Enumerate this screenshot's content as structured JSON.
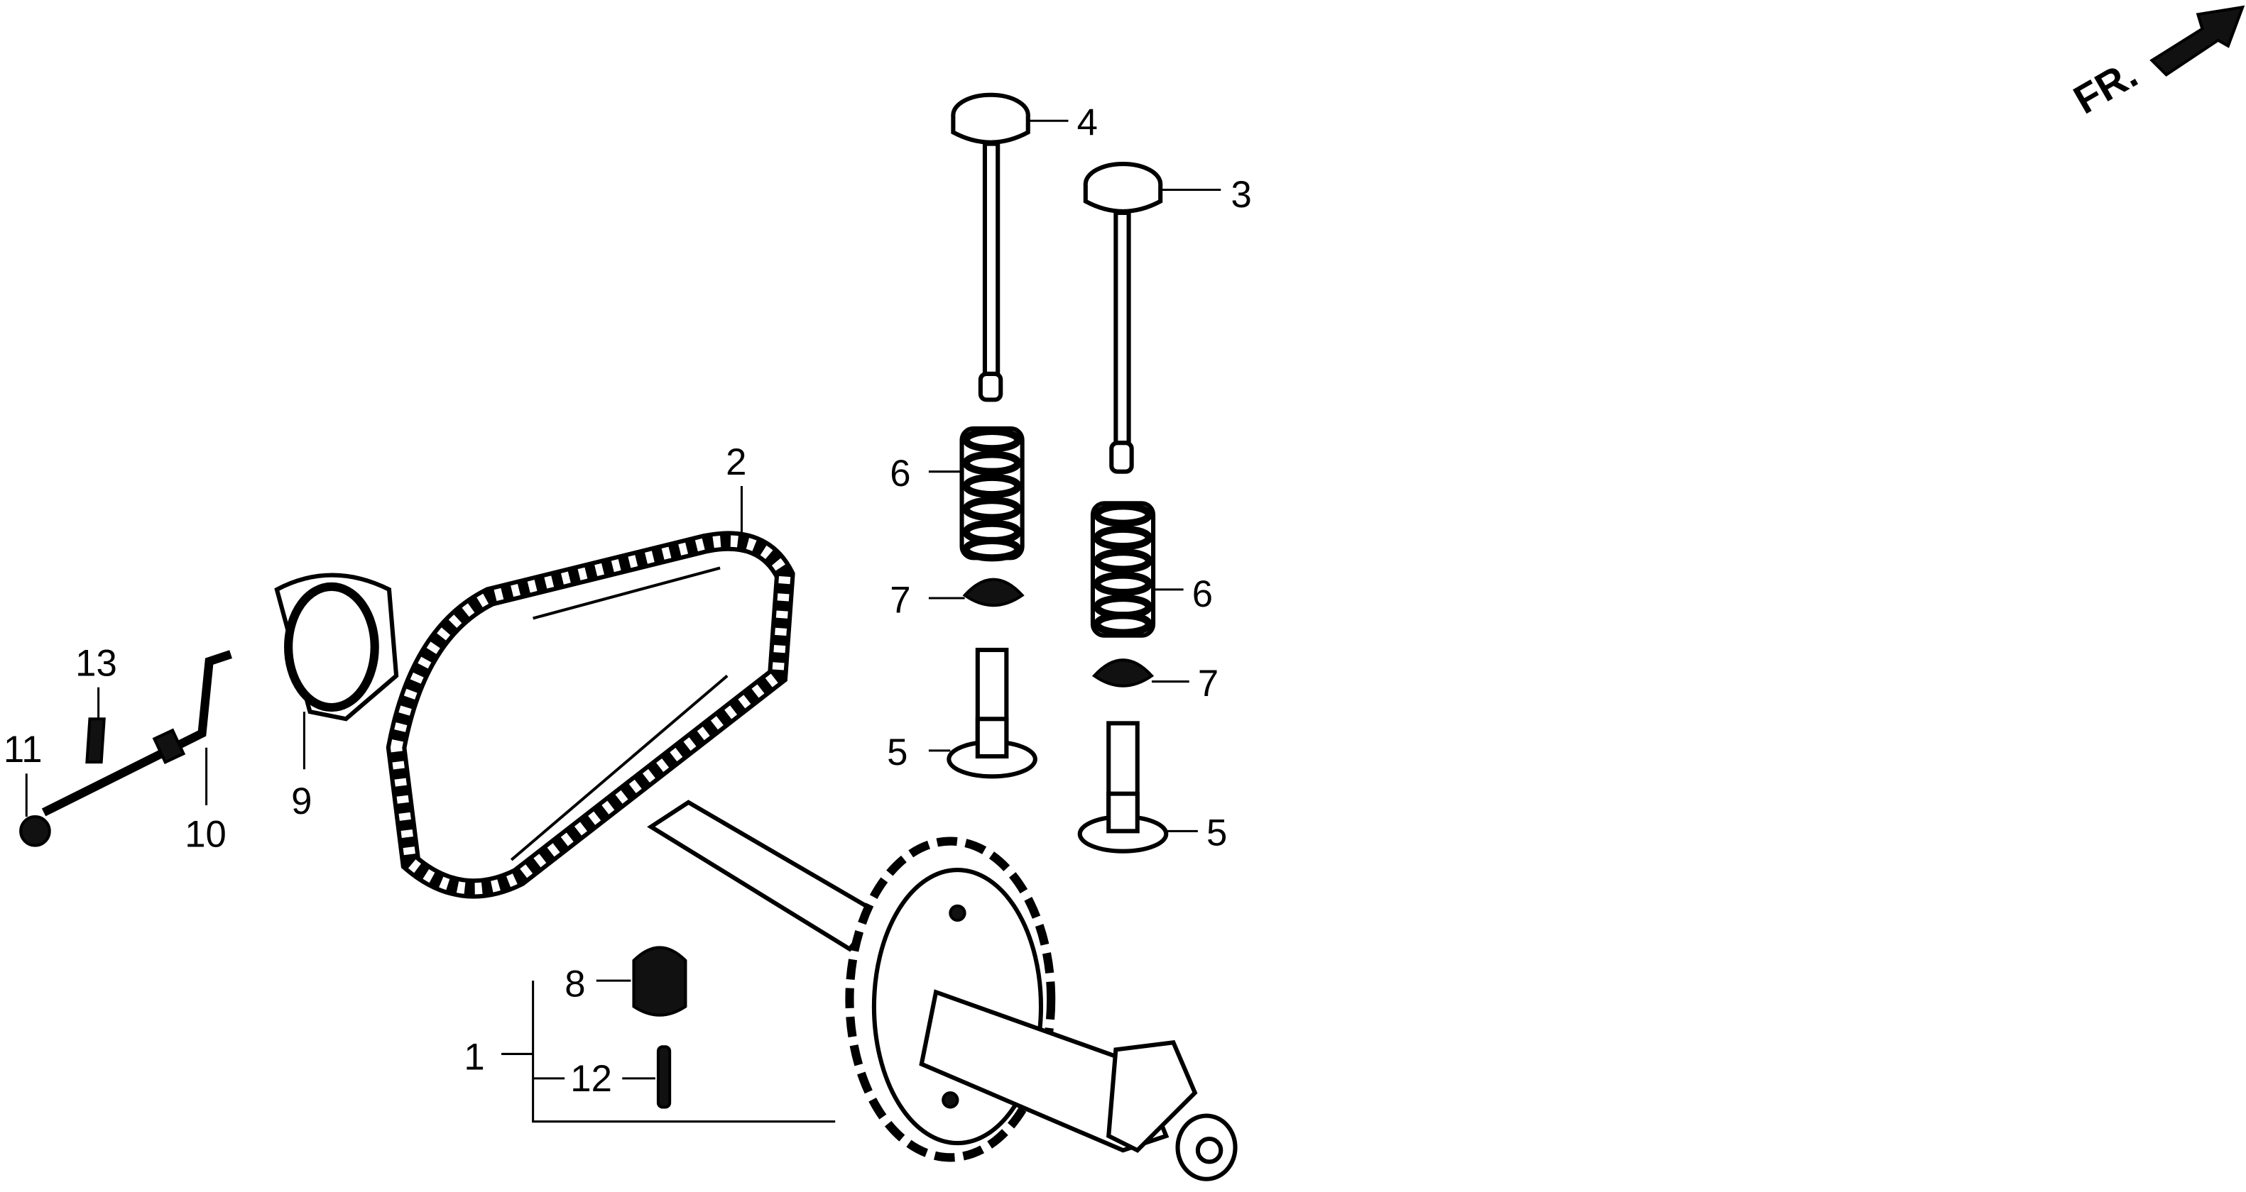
{
  "diagram": {
    "direction_marker": "FR.",
    "callouts": {
      "c1": "1",
      "c2": "2",
      "c3": "3",
      "c4": "4",
      "c5a": "5",
      "c5b": "5",
      "c6a": "6",
      "c6b": "6",
      "c7a": "7",
      "c7b": "7",
      "c8": "8",
      "c9": "9",
      "c10": "10",
      "c11": "11",
      "c12": "12",
      "c13": "13"
    }
  }
}
